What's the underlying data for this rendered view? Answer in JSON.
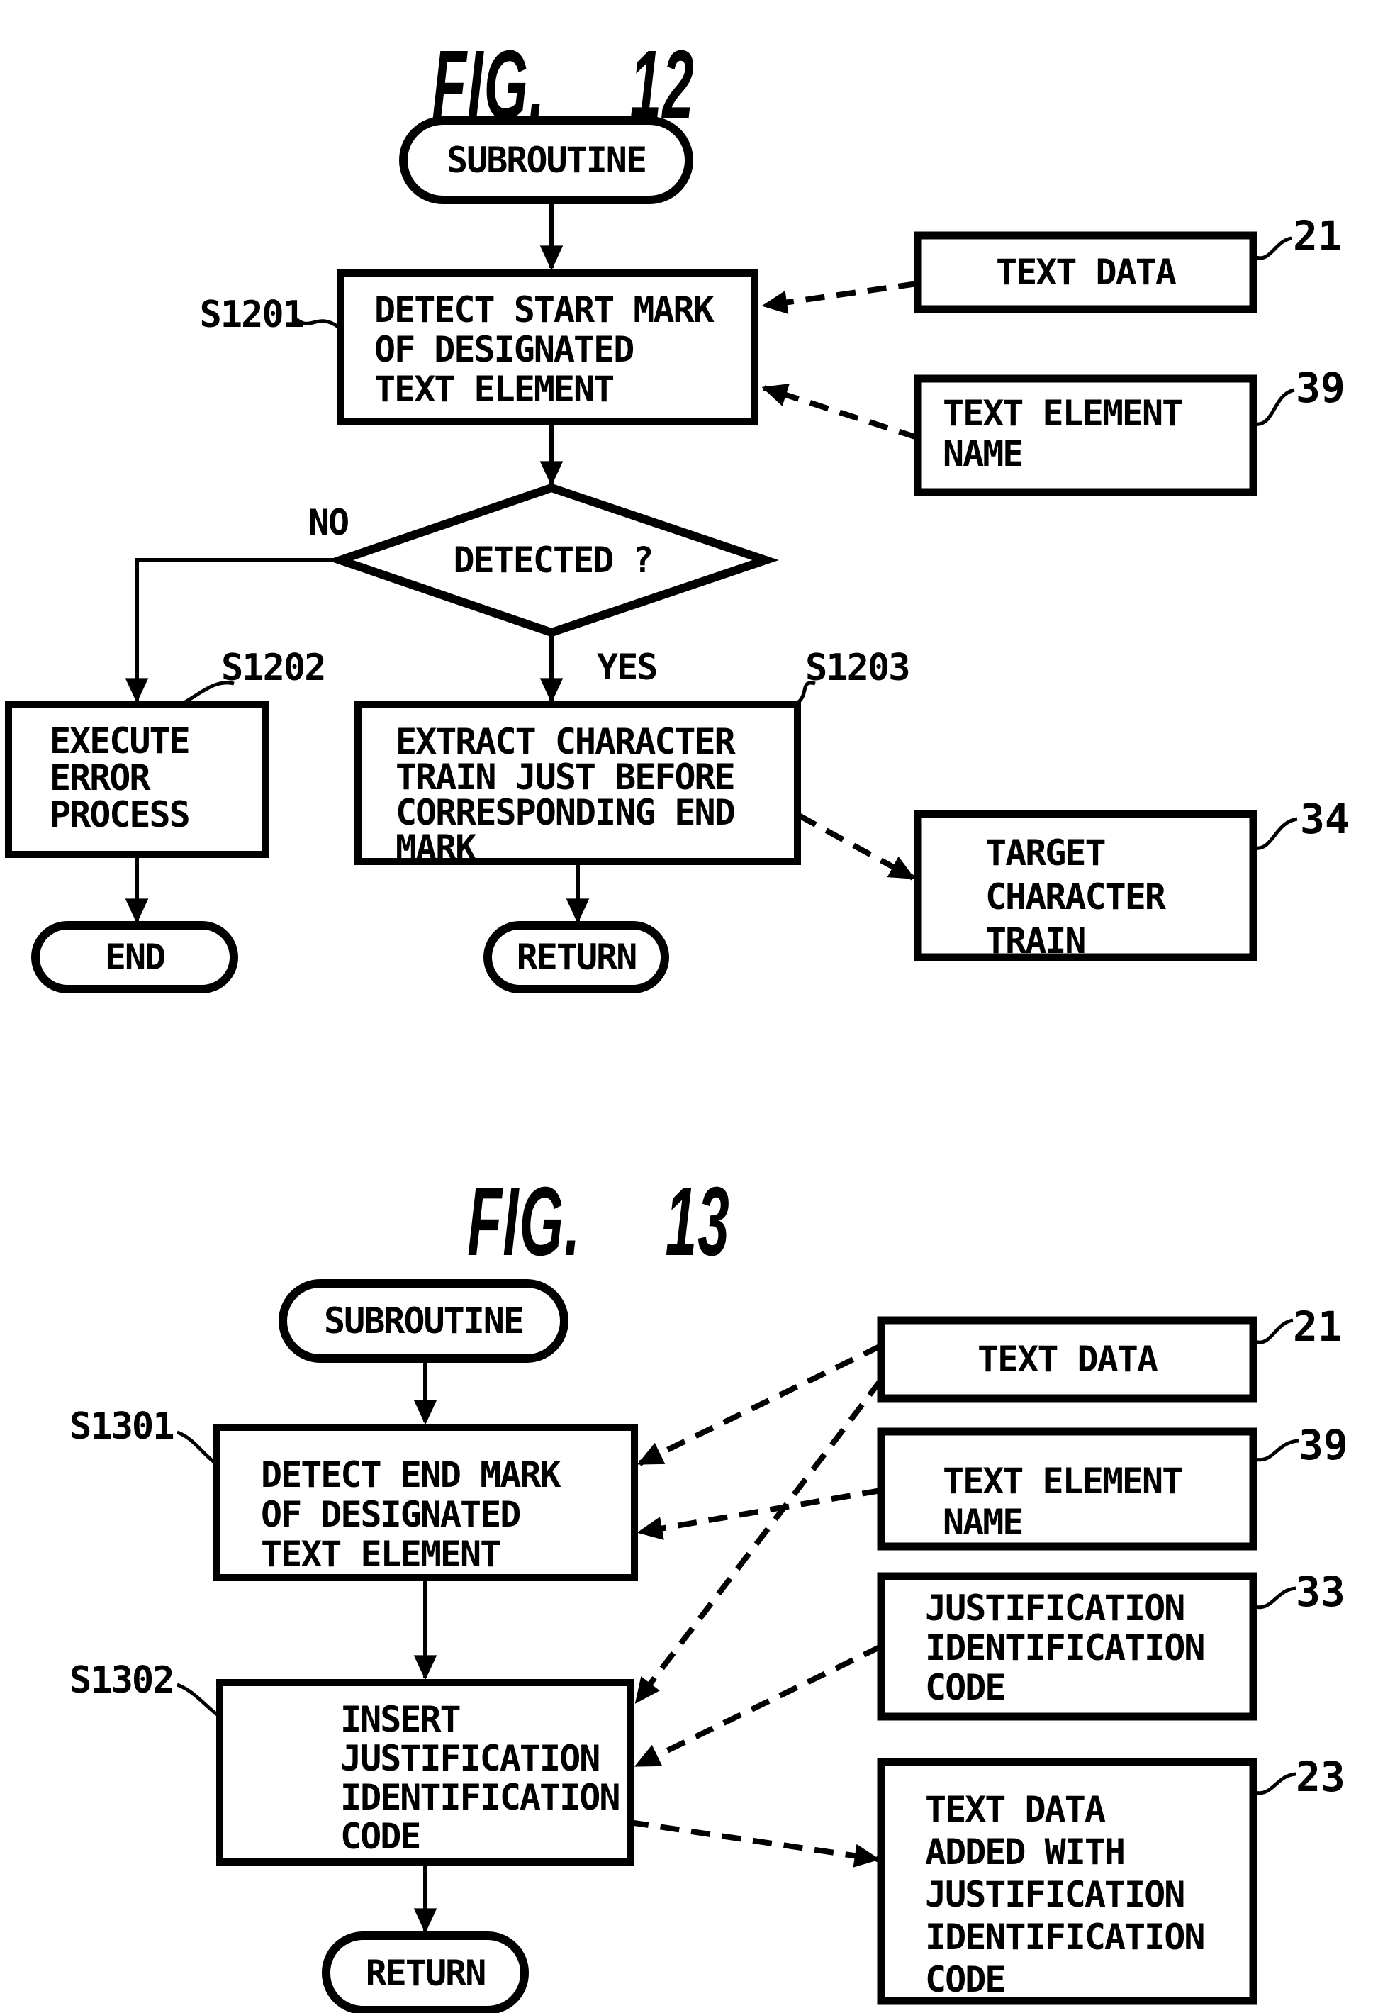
{
  "fig12": {
    "title": "FIG. 12",
    "terminals": {
      "start": "SUBROUTINE",
      "end": "END",
      "return": "RETURN"
    },
    "steps": {
      "s1201": {
        "id": "S1201",
        "text": "DETECT START MARK\nOF DESIGNATED\nTEXT ELEMENT"
      },
      "s1202": {
        "id": "S1202",
        "text": "EXECUTE\nERROR\nPROCESS"
      },
      "s1203": {
        "id": "S1203",
        "text": "EXTRACT CHARACTER\nTRAIN JUST BEFORE\nCORRESPONDING END\nMARK"
      }
    },
    "decision": {
      "text": "DETECTED ?",
      "no": "NO",
      "yes": "YES"
    },
    "data_boxes": {
      "text_data": {
        "label": "TEXT DATA",
        "ref": "21"
      },
      "text_element_name": {
        "label": "TEXT ELEMENT\nNAME",
        "ref": "39"
      },
      "target_character_train": {
        "label": "TARGET\nCHARACTER\nTRAIN",
        "ref": "34"
      }
    }
  },
  "fig13": {
    "title": "FIG. 13",
    "terminals": {
      "start": "SUBROUTINE",
      "return": "RETURN"
    },
    "steps": {
      "s1301": {
        "id": "S1301",
        "text": "DETECT END MARK\nOF DESIGNATED\nTEXT ELEMENT"
      },
      "s1302": {
        "id": "S1302",
        "text": "INSERT\nJUSTIFICATION\nIDENTIFICATION\nCODE"
      }
    },
    "data_boxes": {
      "text_data": {
        "label": "TEXT DATA",
        "ref": "21"
      },
      "text_element_name": {
        "label": "TEXT ELEMENT\nNAME",
        "ref": "39"
      },
      "justification_code": {
        "label": "JUSTIFICATION\nIDENTIFICATION\nCODE",
        "ref": "33"
      },
      "text_data_added": {
        "label": "TEXT DATA\nADDED WITH\nJUSTIFICATION\nIDENTIFICATION\nCODE",
        "ref": "23"
      }
    }
  }
}
